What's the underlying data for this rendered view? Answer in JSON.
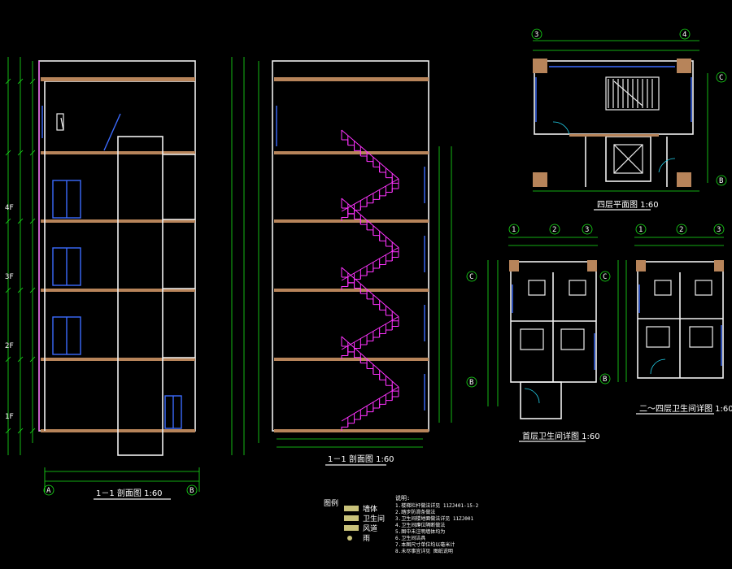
{
  "titles": {
    "section_a": "1－1 剖面图 1:60",
    "section_b": "1－1 剖面图 1:60",
    "plan_top": "四层平面图 1:60",
    "plan_wc1": "首层卫生间详图 1:60",
    "plan_wc2": "二～四层卫生间详图 1:60"
  },
  "floor_labels": [
    "4F",
    "3F",
    "2F",
    "1F"
  ],
  "grid_bubbles_section_a": [
    "A",
    "B"
  ],
  "grid_bubbles_plan_top": [
    "3",
    "4",
    "C",
    "B"
  ],
  "grid_bubbles_wc1": [
    "1",
    "2",
    "3",
    "C",
    "B"
  ],
  "grid_bubbles_wc2": [
    "1",
    "2",
    "3",
    "C",
    "B"
  ],
  "legend": {
    "heading": "图例",
    "items": [
      "墙体",
      "卫生间",
      "风道",
      "雨"
    ]
  },
  "notes": {
    "heading": "说明:",
    "lines": [
      "1.楼梯栏杆做法详见 11ZJ401-15-2",
      "2.踏步防滑条做法",
      "3.卫生间楼地面做法详见 11ZJ001",
      "4.卫生间蹲位隔断做法",
      "5.图中未注明墙体均为",
      "6.卫生间洁具",
      "7.本图尺寸单位均以毫米计",
      "8.未尽事宜详见 图纸说明"
    ]
  },
  "colors": {
    "background": "#000000",
    "dimension": "#19e619",
    "wall": "#f0f0f0",
    "slab": "#b7845a",
    "stair": "#ff33ff",
    "glazing": "#3b6bff"
  }
}
